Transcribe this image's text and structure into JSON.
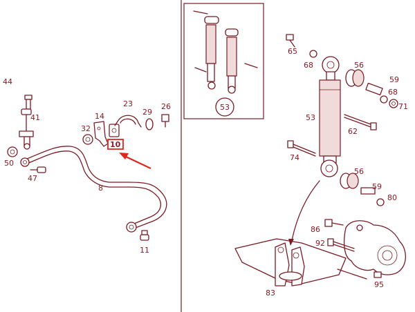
{
  "diagram": {
    "left_labels": {
      "p44": "44",
      "p41": "41",
      "p50": "50",
      "p47": "47",
      "p8": "8",
      "p11": "11",
      "p32": "32",
      "p14": "14",
      "p23": "23",
      "p29": "29",
      "p26": "26",
      "p10": "10"
    },
    "inset_labels": {
      "p53": "53"
    },
    "right_labels": {
      "p65": "65",
      "p68a": "68",
      "p56a": "56",
      "p59a": "59",
      "p68b": "68",
      "p71": "71",
      "p53": "53",
      "p62": "62",
      "p74": "74",
      "p56b": "56",
      "p59b": "59",
      "p80": "80",
      "p86": "86",
      "p92": "92",
      "p83": "83",
      "p95": "95"
    },
    "highlighted_part": "10"
  },
  "colors": {
    "line": "#7a1a22",
    "highlight": "#e2241a",
    "background": "#ffffff"
  }
}
